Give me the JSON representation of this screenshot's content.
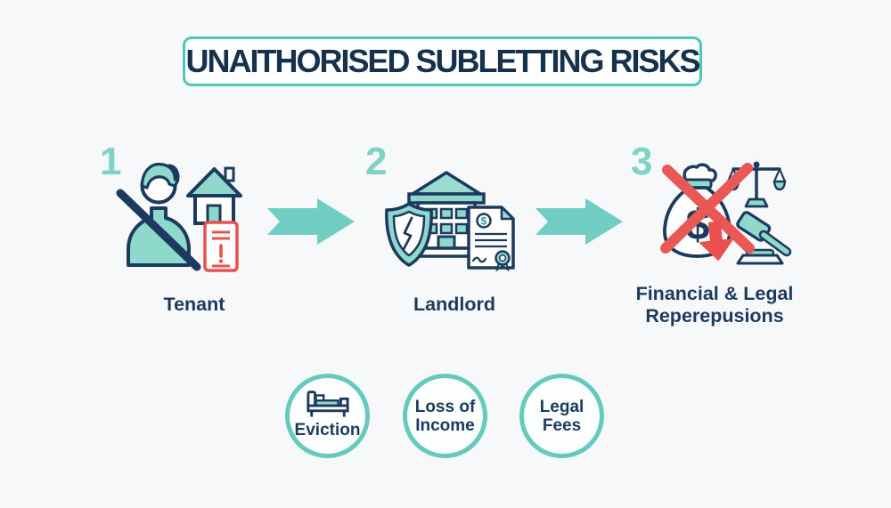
{
  "title": "UNAITHORISED SUBLETTING RISKS",
  "steps": [
    {
      "number": "1",
      "label": "Tenant",
      "icons": [
        "no-subletting-person-icon",
        "house-icon",
        "warning-notice-icon"
      ]
    },
    {
      "number": "2",
      "label": "Landlord",
      "icons": [
        "apartment-building-icon",
        "broken-shield-icon",
        "lease-certificate-icon"
      ]
    },
    {
      "number": "3",
      "label": "Financial & Legal\nReperepusions",
      "icons": [
        "crossed-money-bag-icon",
        "red-cross-icon",
        "loss-down-arrow-icon",
        "justice-scales-icon",
        "gavel-icon"
      ]
    }
  ],
  "connectors": [
    "arrow-right-icon",
    "arrow-right-icon"
  ],
  "risk_badges": [
    {
      "label": "Eviction",
      "icon": "bed-icon"
    },
    {
      "label": "Loss of\nIncome"
    },
    {
      "label": "Legal\nFees"
    }
  ],
  "colors": {
    "teal": "#66c9bd",
    "teal_light": "#8ed8cc",
    "navy": "#1c3a5e",
    "red": "#e9504e",
    "background": "#f7f8f9"
  }
}
